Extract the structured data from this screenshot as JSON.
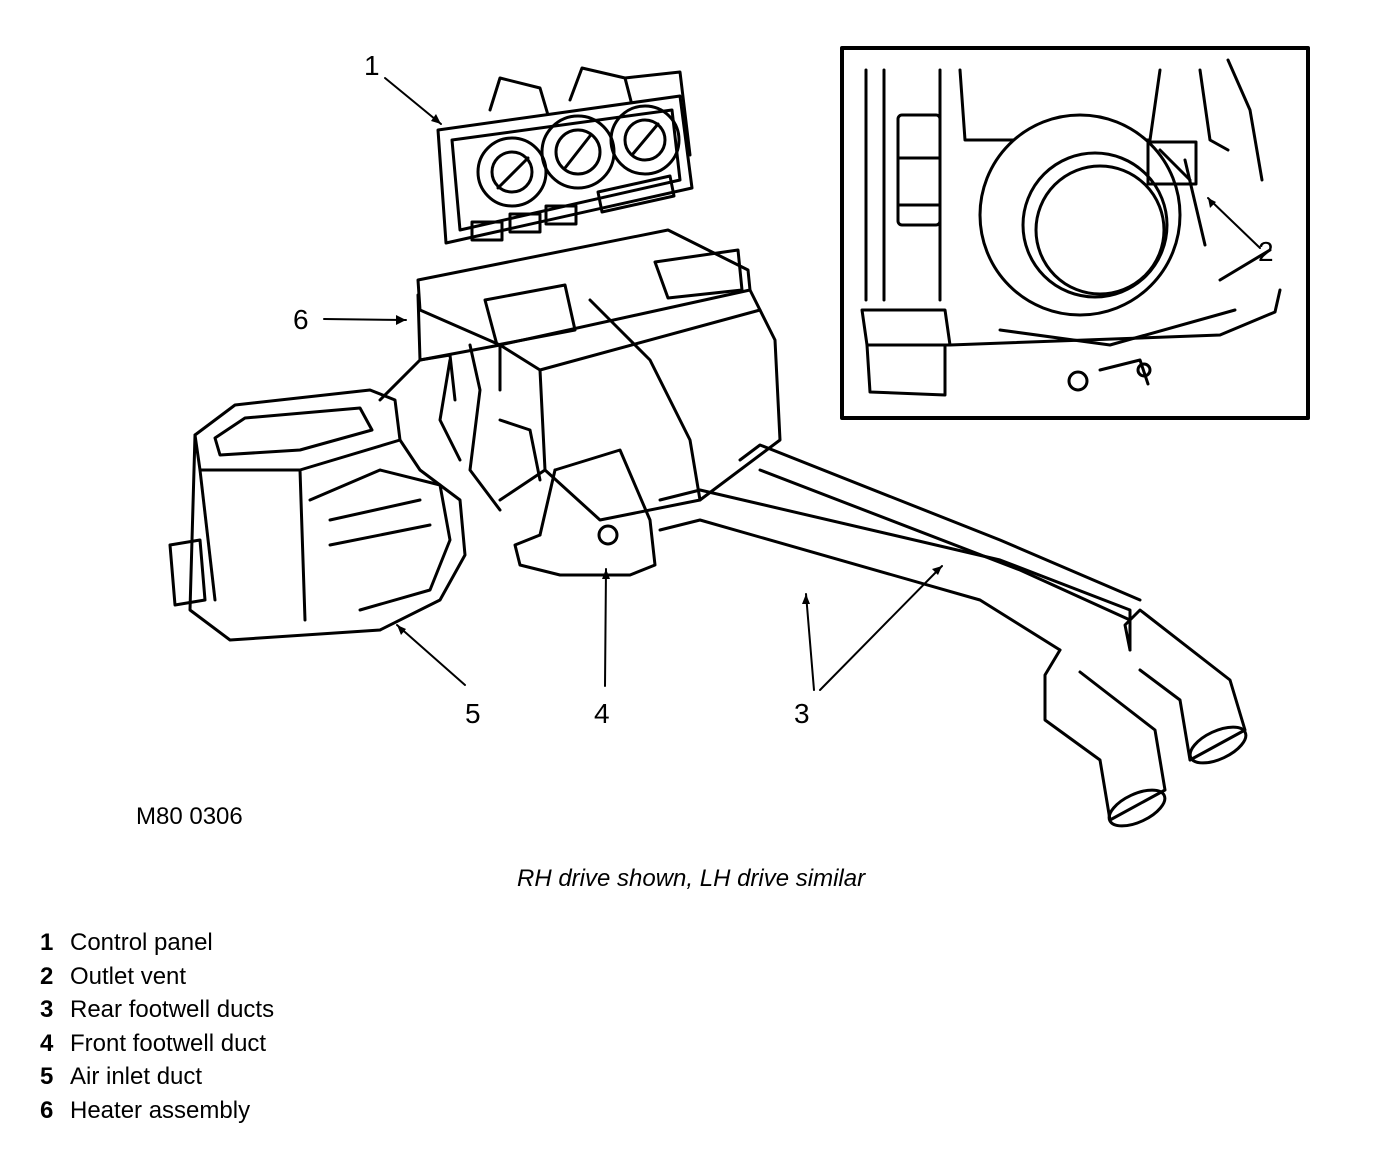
{
  "figure": {
    "reference": "M80 0306",
    "caption": "RH drive shown, LH drive similar"
  },
  "callouts": [
    "1",
    "2",
    "3",
    "4",
    "5",
    "6"
  ],
  "legend": [
    {
      "num": "1",
      "label": "Control panel"
    },
    {
      "num": "2",
      "label": "Outlet vent"
    },
    {
      "num": "3",
      "label": "Rear footwell ducts"
    },
    {
      "num": "4",
      "label": "Front footwell duct"
    },
    {
      "num": "5",
      "label": "Air inlet duct"
    },
    {
      "num": "6",
      "label": "Heater assembly"
    }
  ]
}
